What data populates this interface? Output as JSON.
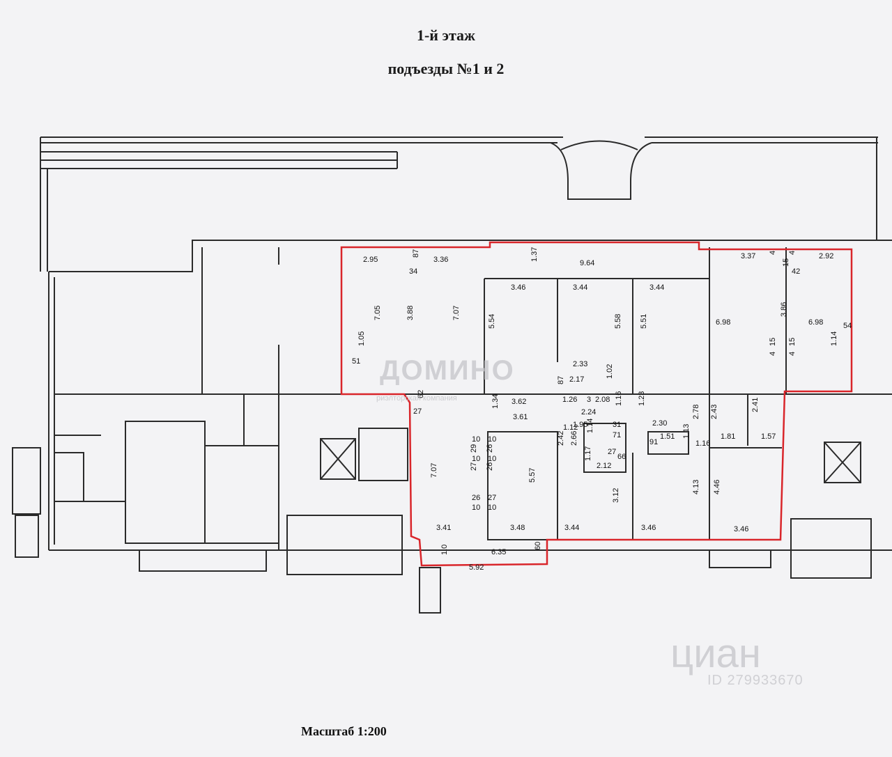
{
  "header": {
    "floor": "1-й этаж",
    "entrances": "подъезды №1 и 2"
  },
  "footer": {
    "scale": "Масштаб 1:200"
  },
  "watermarks": {
    "domino": "ДОМИНО",
    "domino_sub": "риэлторская компания",
    "cian": "циан",
    "cian_id": "ID 279933670"
  },
  "colors": {
    "wall": "#2a2a2a",
    "highlight": "#d9252a",
    "paper": "#f3f3f5"
  },
  "dimensions": [
    "2.95",
    "87",
    "3.36",
    "34",
    "7.05",
    "3.88",
    "7.07",
    "1.05",
    "51",
    "1.37",
    "9.64",
    "3.46",
    "3.44",
    "3.44",
    "5.54",
    "5.58",
    "5.51",
    "2.33",
    "1.02",
    "87",
    "2.17",
    "3.37",
    "4",
    "4",
    "15",
    "2.92",
    "42",
    "6.98",
    "3.86",
    "6.98",
    "54",
    "1.14",
    "15",
    "15",
    "4",
    "4",
    "62",
    "27",
    "3.62",
    "1.34",
    "3.61",
    "1.26",
    "3",
    "2.08",
    "2.24",
    "1.16",
    "1.23",
    "1.12",
    "1.95",
    "31",
    "2.30",
    "2.78",
    "2.43",
    "2.41",
    "1.14",
    "71",
    "91",
    "1.51",
    "1.13",
    "1.16",
    "1.81",
    "1.57",
    "10",
    "10",
    "29",
    "26",
    "10",
    "10",
    "27",
    "26",
    "2.42",
    "2.66",
    "27",
    "66",
    "1.17",
    "2.12",
    "7.07",
    "5.57",
    "3.12",
    "4.13",
    "4.46",
    "26",
    "27",
    "10",
    "10",
    "3.41",
    "3.48",
    "3.44",
    "3.46",
    "3.46",
    "1.0",
    "6.35",
    "60",
    "5.92"
  ]
}
